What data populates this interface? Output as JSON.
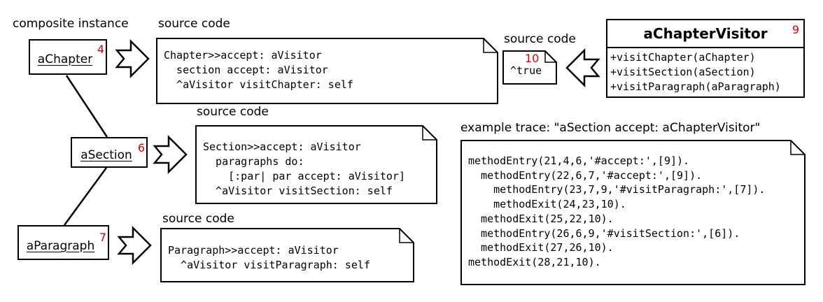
{
  "captions": {
    "composite_instance": "composite instance",
    "source_code_chapter": "source code",
    "source_code_section": "source code",
    "source_code_paragraph": "source code",
    "source_code_visitor": "source code",
    "example_trace": "example trace: \"aSection accept: aChapterVisitor\""
  },
  "instances": {
    "chapter": {
      "label": "aChapter",
      "num": "4"
    },
    "section": {
      "label": "aSection",
      "num": "6"
    },
    "paragraph": {
      "label": "aParagraph",
      "num": "7"
    }
  },
  "code": {
    "chapter": [
      "Chapter>>accept: aVisitor",
      "  section accept: aVisitor",
      "  ^aVisitor visitChapter: self"
    ],
    "section": [
      "Section>>accept: aVisitor",
      "  paragraphs do:",
      "    [:par| par accept: aVisitor]",
      "  ^aVisitor visitSection: self"
    ],
    "paragraph": [
      "Paragraph>>accept: aVisitor",
      "  ^aVisitor visitParagraph: self"
    ],
    "visitor_note": {
      "num": "10",
      "line": "^true"
    }
  },
  "visitor_class": {
    "name": "aChapterVisitor",
    "num": "9",
    "methods": [
      "+visitChapter(aChapter)",
      "+visitSection(aSection)",
      "+visitParagraph(aParagraph)"
    ]
  },
  "trace": [
    "methodEntry(21,4,6,'#accept:',[9]).",
    "  methodEntry(22,6,7,'#accept:',[9]).",
    "    methodEntry(23,7,9,'#visitParagraph:',[7]).",
    "    methodExit(24,23,10).",
    "  methodExit(25,22,10).",
    "  methodEntry(26,6,9,'#visitSection:',[6]).",
    "  methodExit(27,26,10).",
    "methodExit(28,21,10)."
  ]
}
